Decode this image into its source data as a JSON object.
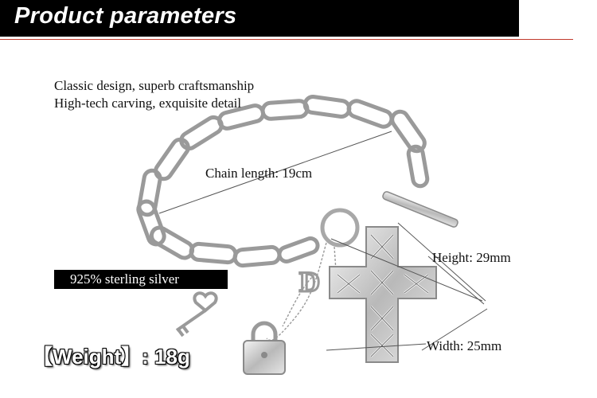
{
  "header": {
    "title": "Product parameters"
  },
  "description": {
    "line1": "Classic design, superb craftsmanship",
    "line2": "High-tech carving, exquisite detail"
  },
  "specs": {
    "chain_length": "Chain length: 19cm",
    "height": "Height:  29mm",
    "width": "Width:  25mm",
    "material": "925% sterling silver",
    "weight": "【Weight】: 18g"
  },
  "colors": {
    "header_bg": "#000000",
    "header_text": "#ffffff",
    "accent_rule": "#c0392b",
    "silver": "#c8c8c8"
  }
}
